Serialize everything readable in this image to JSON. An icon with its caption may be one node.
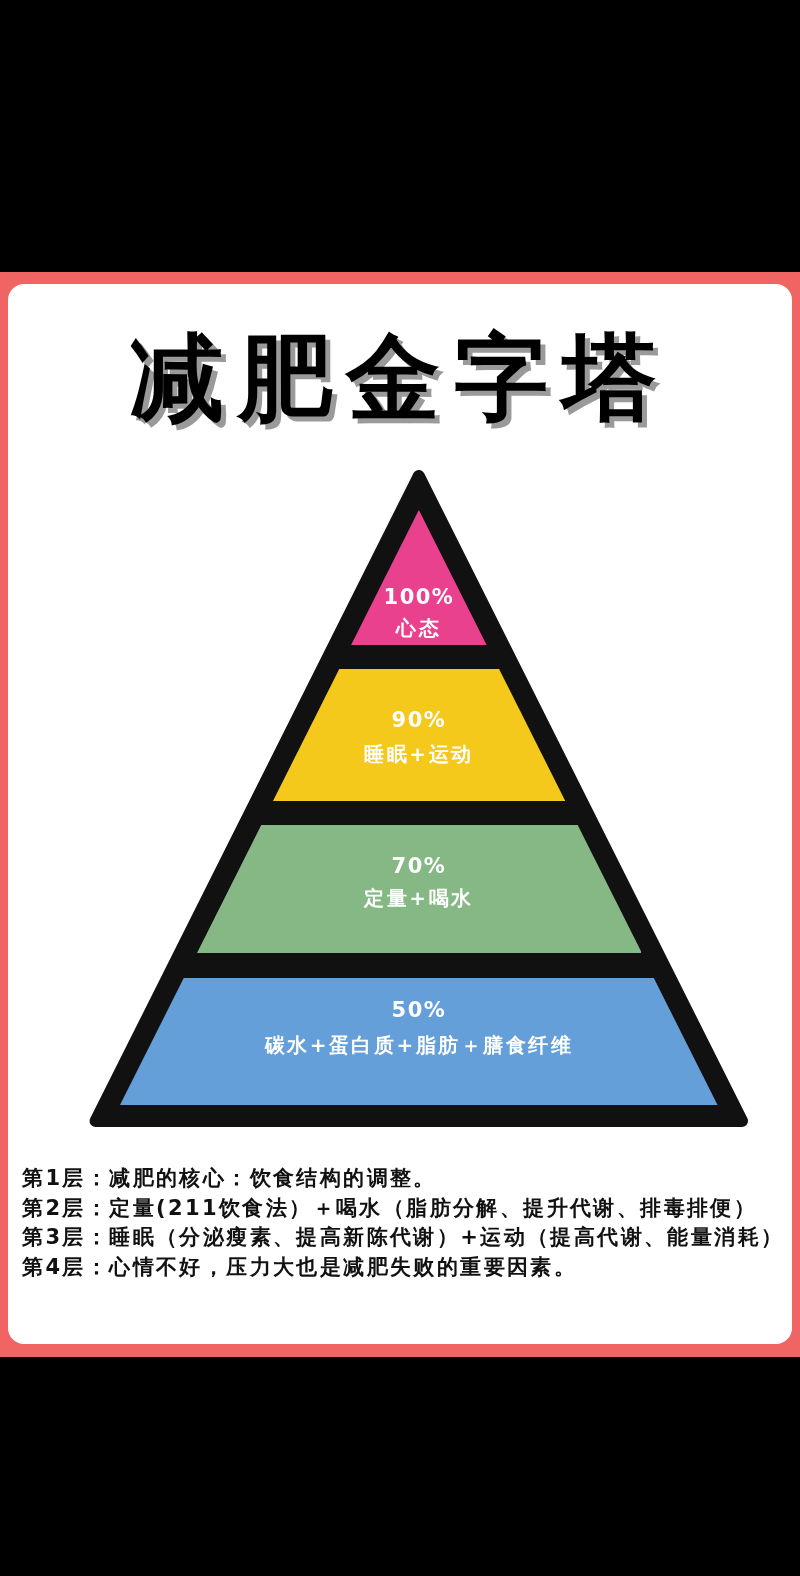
{
  "diagram": {
    "title": "减肥金字塔",
    "nodes": [
      {
        "text": [
          "100%",
          "心态"
        ]
      },
      {
        "text": [
          "90%",
          "睡眠+运动"
        ]
      },
      {
        "text": [
          "70%",
          "定量+喝水"
        ]
      },
      {
        "text": [
          "50%",
          "碳水+蛋白质+脂肪＋膳食纤维"
        ]
      }
    ],
    "labels": [
      "第1层：减肥的核心：饮食结构的调整。",
      "第2层：定量(211饮食法）＋喝水（脂肪分解、提升代谢、排毒排便）",
      "第3层：睡眠（分泌瘦素、提高新陈代谢）+运动（提高代谢、能量消耗）",
      "第4层：心情不好，压力大也是减肥失败的重要因素。"
    ]
  }
}
